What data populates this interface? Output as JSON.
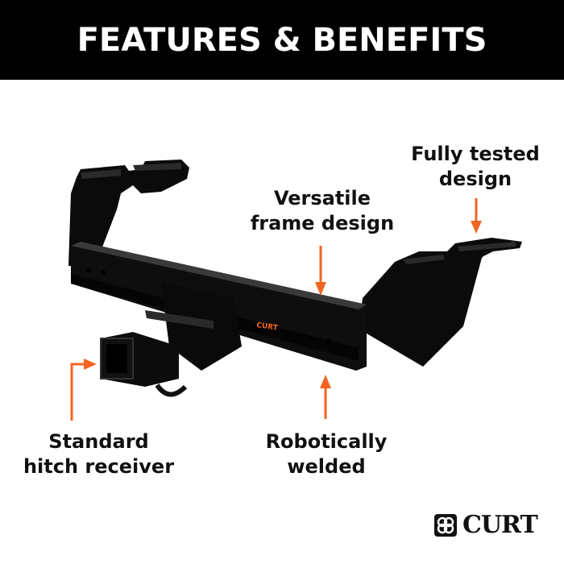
{
  "header": {
    "title": "FEATURES & BENEFITS"
  },
  "callouts": [
    {
      "id": "fully-tested",
      "line1": "Fully tested",
      "line2": "design"
    },
    {
      "id": "versatile-frame",
      "line1": "Versatile",
      "line2": "frame design"
    },
    {
      "id": "standard-receiver",
      "line1": "Standard",
      "line2": "hitch receiver"
    },
    {
      "id": "robotically-welded",
      "line1": "Robotically",
      "line2": "welded"
    }
  ],
  "product": {
    "name": "trailer-hitch",
    "badge": "CURT"
  },
  "brand": {
    "logo_text": "CURT",
    "icon": "curt-logo-icon"
  },
  "colors": {
    "accent": "#f26522",
    "header_bg": "#000000",
    "text": "#111111"
  }
}
